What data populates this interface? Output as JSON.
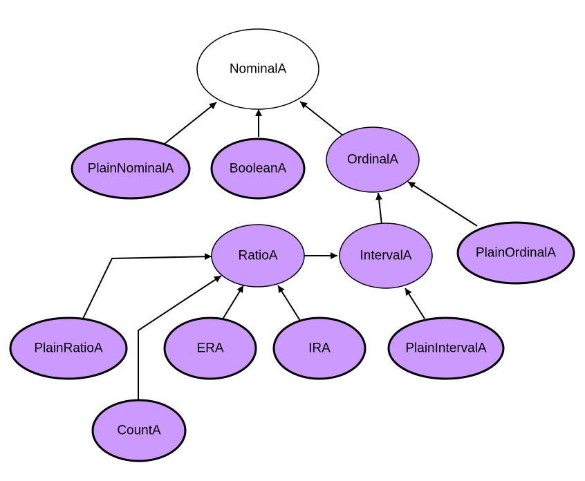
{
  "colors": {
    "node_fill": "#cc99ff",
    "root_fill": "#ffffff",
    "stroke": "#000000"
  },
  "nodes": {
    "nominal": "NominalA",
    "plain_nominal": "PlainNominalA",
    "boolean": "BooleanA",
    "ordinal": "OrdinalA",
    "ratio": "RatioA",
    "interval": "IntervalA",
    "plain_ordinal": "PlainOrdinalA",
    "plain_ratio": "PlainRatioA",
    "era": "ERA",
    "ira": "IRA",
    "plain_interval": "PlainIntervalA",
    "count": "CountA"
  },
  "edges": [
    {
      "from": "plain_nominal",
      "to": "nominal"
    },
    {
      "from": "boolean",
      "to": "nominal"
    },
    {
      "from": "ordinal",
      "to": "nominal"
    },
    {
      "from": "interval",
      "to": "ordinal"
    },
    {
      "from": "plain_ordinal",
      "to": "ordinal"
    },
    {
      "from": "ratio",
      "to": "interval"
    },
    {
      "from": "plain_interval",
      "to": "interval"
    },
    {
      "from": "plain_ratio",
      "to": "ratio"
    },
    {
      "from": "count",
      "to": "ratio"
    },
    {
      "from": "era",
      "to": "ratio"
    },
    {
      "from": "ira",
      "to": "ratio"
    }
  ]
}
